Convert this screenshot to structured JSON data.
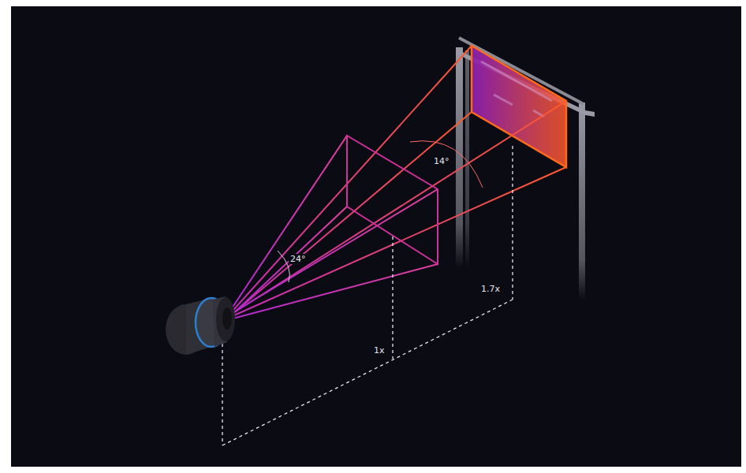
{
  "diagram": {
    "labels": [
      "24°",
      "14°",
      "1x",
      "1.7x"
    ]
  }
}
